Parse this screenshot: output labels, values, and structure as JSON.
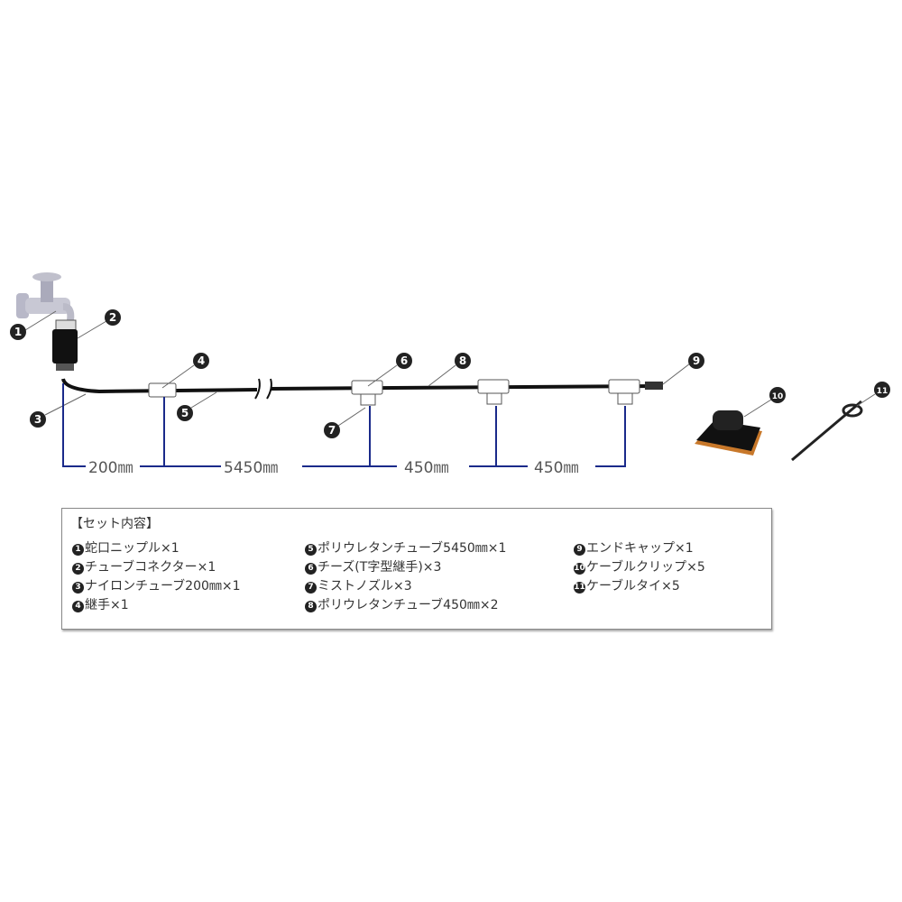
{
  "diagram": {
    "callouts": [
      "1",
      "2",
      "3",
      "4",
      "5",
      "6",
      "7",
      "8",
      "9",
      "10",
      "11"
    ],
    "dimensions": [
      "200㎜",
      "5450㎜",
      "450㎜",
      "450㎜"
    ]
  },
  "contents": {
    "heading": "【セット内容】",
    "items": [
      {
        "num": "1",
        "text": "蛇口ニップル×1"
      },
      {
        "num": "2",
        "text": "チューブコネクター×1"
      },
      {
        "num": "3",
        "text": "ナイロンチューブ200㎜×1"
      },
      {
        "num": "4",
        "text": "継手×1"
      },
      {
        "num": "5",
        "text": "ポリウレタンチューブ5450㎜×1"
      },
      {
        "num": "6",
        "text": "チーズ(T字型継手)×3"
      },
      {
        "num": "7",
        "text": "ミストノズル×3"
      },
      {
        "num": "8",
        "text": "ポリウレタンチューブ450㎜×2"
      },
      {
        "num": "9",
        "text": "エンドキャップ×1"
      },
      {
        "num": "10",
        "text": "ケーブルクリップ×5"
      },
      {
        "num": "11",
        "text": "ケーブルタイ×5"
      }
    ]
  },
  "colors": {
    "dimension_line": "#1a2a8a",
    "tube": "#111111"
  }
}
